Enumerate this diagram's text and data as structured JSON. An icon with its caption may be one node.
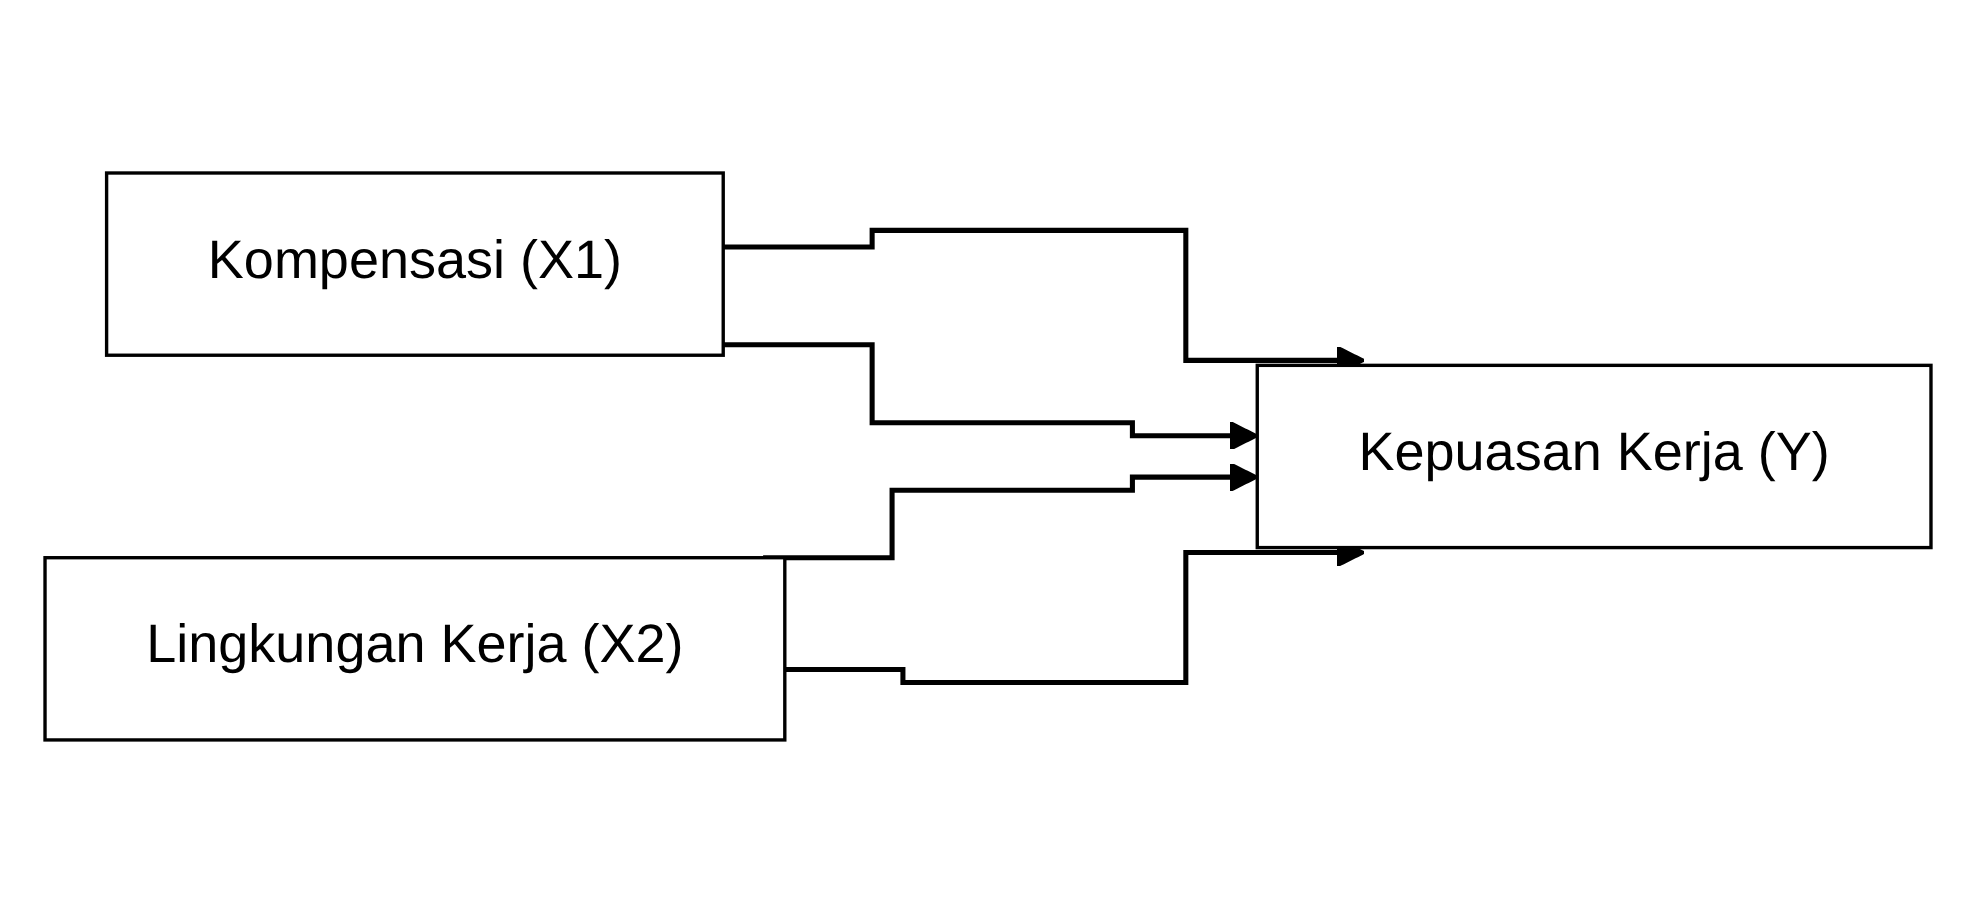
{
  "diagram": {
    "nodes": [
      {
        "text": [
          "Kompensasi (X1)"
        ]
      },
      {
        "text": [
          "Lingkungan Kerja (X2)"
        ]
      },
      {
        "text": [
          "Kepuasan Kerja (Y)"
        ]
      }
    ],
    "edges": [
      {
        "from": 0,
        "to": 2,
        "arrow": "to"
      },
      {
        "from": 0,
        "to": 2,
        "arrow": "to"
      },
      {
        "from": 1,
        "to": 2,
        "arrow": "to"
      },
      {
        "from": 1,
        "to": 2,
        "arrow": "to"
      }
    ]
  }
}
